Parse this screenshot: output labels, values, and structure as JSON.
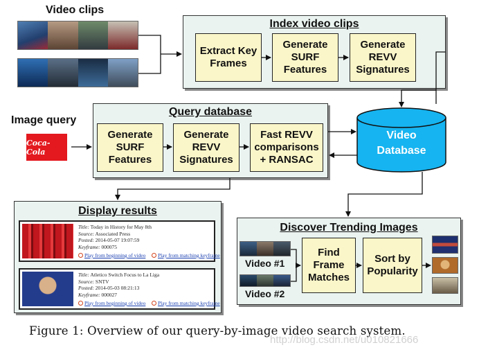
{
  "labels": {
    "video_clips": "Video clips",
    "image_query": "Image query",
    "video_1": "Video #1",
    "video_2": "Video #2"
  },
  "panels": {
    "index": {
      "title": "Index video clips",
      "boxes": [
        "Extract Key\nFrames",
        "Generate\nSURF\nFeatures",
        "Generate\nREVV\nSignatures"
      ]
    },
    "query": {
      "title": "Query database",
      "boxes": [
        "Generate\nSURF\nFeatures",
        "Generate\nREVV\nSignatures",
        "Fast REVV\ncomparisons\n+ RANSAC"
      ]
    },
    "display": {
      "title": "Display results",
      "results": [
        {
          "title_key": "Title:",
          "title": "Today in History for May 8th",
          "source_key": "Source:",
          "source": "Associated Press",
          "posted_key": "Posted:",
          "posted": "2014-05-07 19:07:59",
          "keyframe_key": "Keyframe:",
          "keyframe": "000075",
          "link_begin": "Play from beginning of video",
          "link_keyframe": "Play from matching keyframe"
        },
        {
          "title_key": "Title:",
          "title": "Atletico Switch Focus to La Liga",
          "source_key": "Source:",
          "source": "SNTV",
          "posted_key": "Posted:",
          "posted": "2014-05-03 08:21:13",
          "keyframe_key": "Keyframe:",
          "keyframe": "000027",
          "link_begin": "Play from beginning of video",
          "link_keyframe": "Play from matching keyframe"
        }
      ]
    },
    "trending": {
      "title": "Discover Trending Images",
      "boxes": [
        "Find\nFrame\nMatches",
        "Sort by\nPopularity"
      ]
    }
  },
  "database": {
    "label": "Video\nDatabase",
    "color": "#16b4f0"
  },
  "logo": {
    "text": "Coca-Cola",
    "color": "#e3191f"
  },
  "caption": "Figure 1:  Overview of our query-by-image video search system.",
  "watermark": "http://blog.csdn.net/u010821666",
  "colors": {
    "panel_bg": "#eaf3f0",
    "box_bg": "#fbf6c9",
    "link": "#1a3fb0"
  }
}
